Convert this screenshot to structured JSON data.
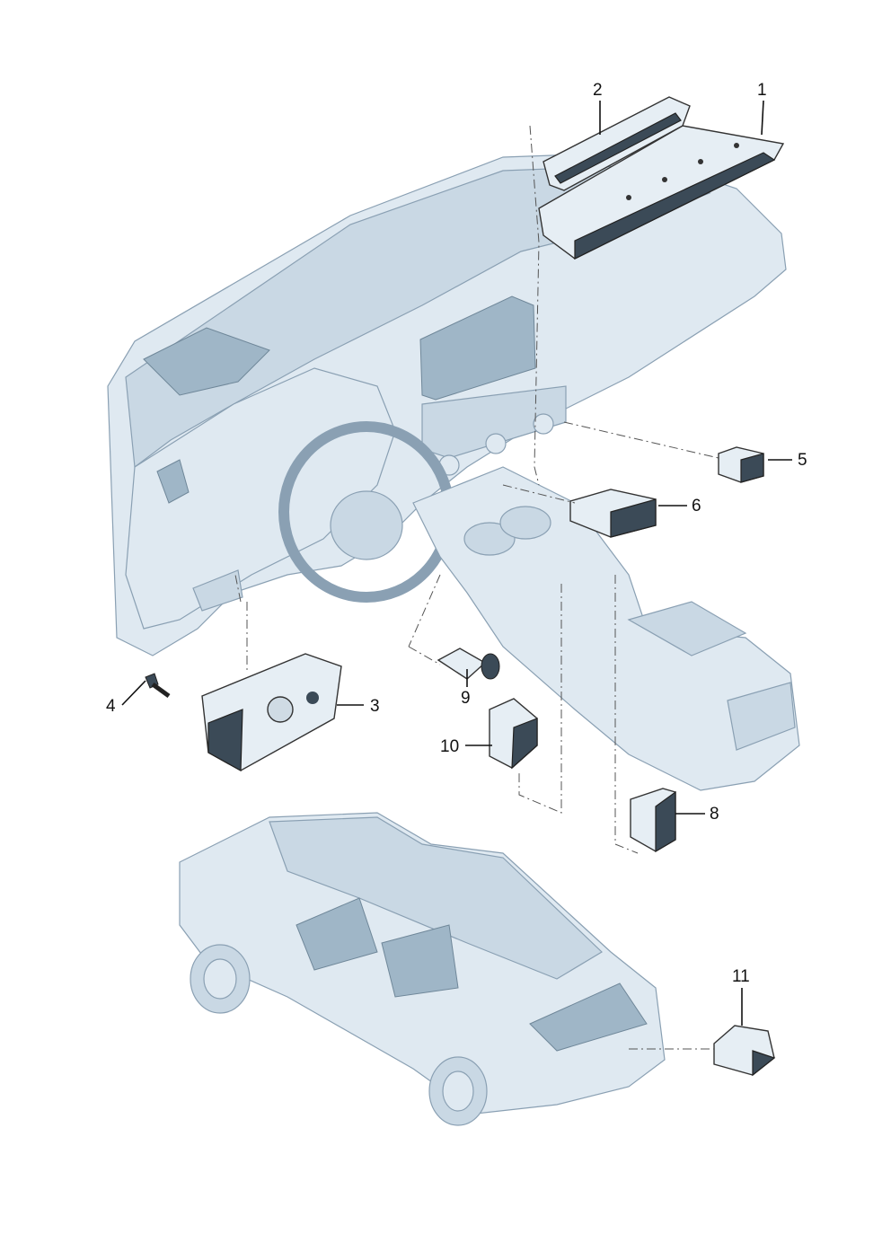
{
  "callouts": [
    {
      "id": "1",
      "label": "1"
    },
    {
      "id": "2",
      "label": "2"
    },
    {
      "id": "3",
      "label": "3"
    },
    {
      "id": "4",
      "label": "4"
    },
    {
      "id": "5",
      "label": "5"
    },
    {
      "id": "6",
      "label": "6"
    },
    {
      "id": "8",
      "label": "8"
    },
    {
      "id": "9",
      "label": "9"
    },
    {
      "id": "10",
      "label": "10"
    },
    {
      "id": "11",
      "label": "11"
    }
  ],
  "colors": {
    "line": "#111111",
    "body_fill": "#dfe9f1",
    "body_stroke": "#8aa0b3",
    "part_fill": "#e6eef4",
    "part_dark": "#3b4a57"
  }
}
